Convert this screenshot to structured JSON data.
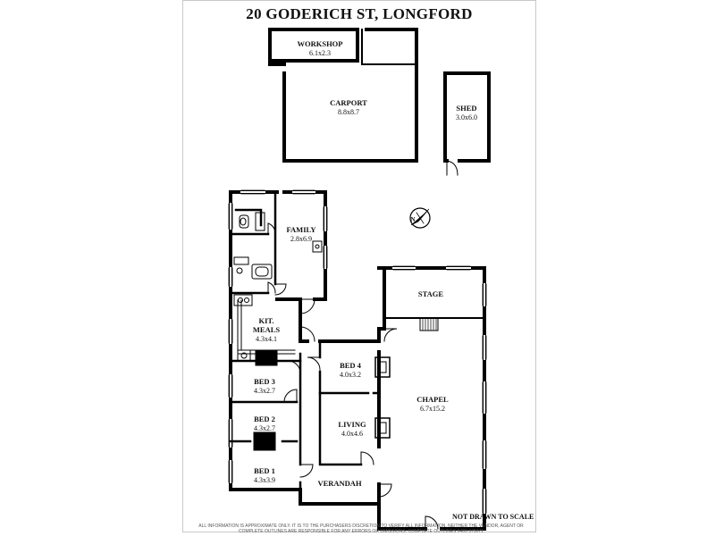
{
  "title": "20 GODERICH ST, LONGFORD",
  "rooms": {
    "workshop": {
      "name": "WORKSHOP",
      "size": "6.1x2.3"
    },
    "carport": {
      "name": "CARPORT",
      "size": "8.8x8.7"
    },
    "shed": {
      "name": "SHED",
      "size": "3.0x6.0"
    },
    "family": {
      "name": "FAMILY",
      "size": "2.8x6.9"
    },
    "stage": {
      "name": "STAGE"
    },
    "kitchen": {
      "name_line1": "KIT.",
      "name_line2": "MEALS",
      "size": "4.3x4.1"
    },
    "bed4": {
      "name": "BED 4",
      "size": "4.0x3.2"
    },
    "bed3": {
      "name": "BED 3",
      "size": "4.3x2.7"
    },
    "chapel": {
      "name": "CHAPEL",
      "size": "6.7x15.2"
    },
    "living": {
      "name": "LIVING",
      "size": "4.0x4.6"
    },
    "bed2": {
      "name": "BED 2",
      "size": "4.3x2.7"
    },
    "bed1": {
      "name": "BED 1",
      "size": "4.3x3.9"
    },
    "verandah": {
      "name": "VERANDAH"
    }
  },
  "compass": {
    "label": "N"
  },
  "not_to_scale": "NOT DRAWN TO SCALE",
  "disclaimer": "ALL INFORMATION IS APPROXIMATE ONLY. IT IS TO THE PURCHASERS DISCRETION TO VERIFY ALL INFORMATION. NEITHER THE VENDOR, AGENT OR COMPLETE OUTLINES ARE RESPONSIBLE FOR ANY ERRORS OR OMISSIONS. COMPLETE OUTLINES 0400 375071"
}
